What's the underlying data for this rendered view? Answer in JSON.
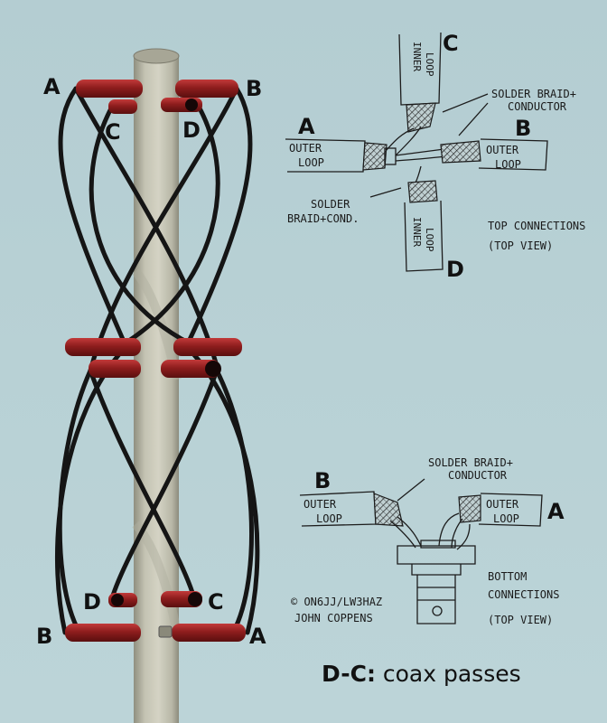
{
  "mast_labels": {
    "top_left": "A",
    "top_right": "B",
    "inner_top_left": "C",
    "inner_top_right": "D",
    "inner_bottom_left": "D",
    "inner_bottom_right": "C",
    "bottom_left": "B",
    "bottom_right": "A"
  },
  "top_sketch": {
    "label_a": "A",
    "label_b": "B",
    "label_c": "C",
    "label_d": "D",
    "outer_loop_left": [
      "OUTER",
      "LOOP"
    ],
    "outer_loop_right": [
      "OUTER",
      "LOOP"
    ],
    "inner_loop_top": [
      "INNER",
      "LOOP"
    ],
    "inner_loop_bottom": [
      "INNER",
      "LOOP"
    ],
    "solder_note_right": [
      "SOLDER BRAID+",
      "CONDUCTOR"
    ],
    "solder_note_left": [
      "SOLDER",
      "BRAID+COND."
    ],
    "title": [
      "TOP CONNECTIONS",
      "(TOP VIEW)"
    ]
  },
  "bottom_sketch": {
    "label_a": "A",
    "label_b": "B",
    "outer_loop_left": [
      "OUTER",
      "LOOP"
    ],
    "outer_loop_right": [
      "OUTER",
      "LOOP"
    ],
    "solder_note": [
      "SOLDER BRAID+",
      "CONDUCTOR"
    ],
    "title": [
      "BOTTOM",
      "CONNECTIONS",
      "(TOP VIEW)"
    ],
    "credit": [
      "© ON6JJ/LW3HAZ",
      "JOHN COPPENS"
    ]
  },
  "caption": {
    "bold": "D-C:",
    "text": " coax passes"
  },
  "colors": {
    "background": "#b8d1d5",
    "mast": "#c9c8b8",
    "coax_red": "#8e1d1d",
    "wire": "#151515"
  }
}
